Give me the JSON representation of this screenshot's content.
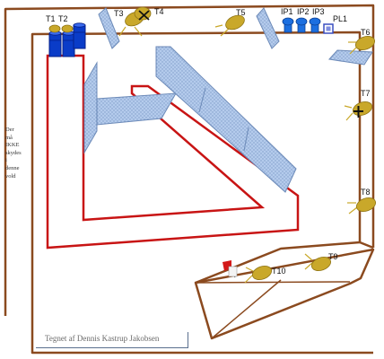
{
  "labels": {
    "t1": "T1",
    "t2": "T2",
    "t3": "T3",
    "t4": "T4",
    "t5": "T5",
    "t6": "T6",
    "t7": "T7",
    "t8": "T8",
    "t9": "T9",
    "t10": "T10",
    "ip1": "IP1",
    "ip2": "IP2",
    "ip3": "IP3",
    "pl1": "PL1"
  },
  "side_note": [
    "Der",
    "må",
    "IKKE",
    "skydes",
    "i",
    "denne",
    "vold"
  ],
  "credit": "Tegnet af Dennis Kastrup Jakobsen",
  "colors": {
    "wall": "#8b4a1f",
    "track": "#c81414",
    "panel": "#a9c3e8",
    "target": "#c9a82a",
    "barrel": "#0a3cc8",
    "ip": "#1c6fe0",
    "pl": "#7f8ee0"
  },
  "icons": {
    "target": "target-disc-icon",
    "barrel": "barrel-icon",
    "ip": "ip-post-icon",
    "pl": "pl-plate-icon",
    "flag": "flag-icon",
    "cross": "cross-mark-icon"
  }
}
